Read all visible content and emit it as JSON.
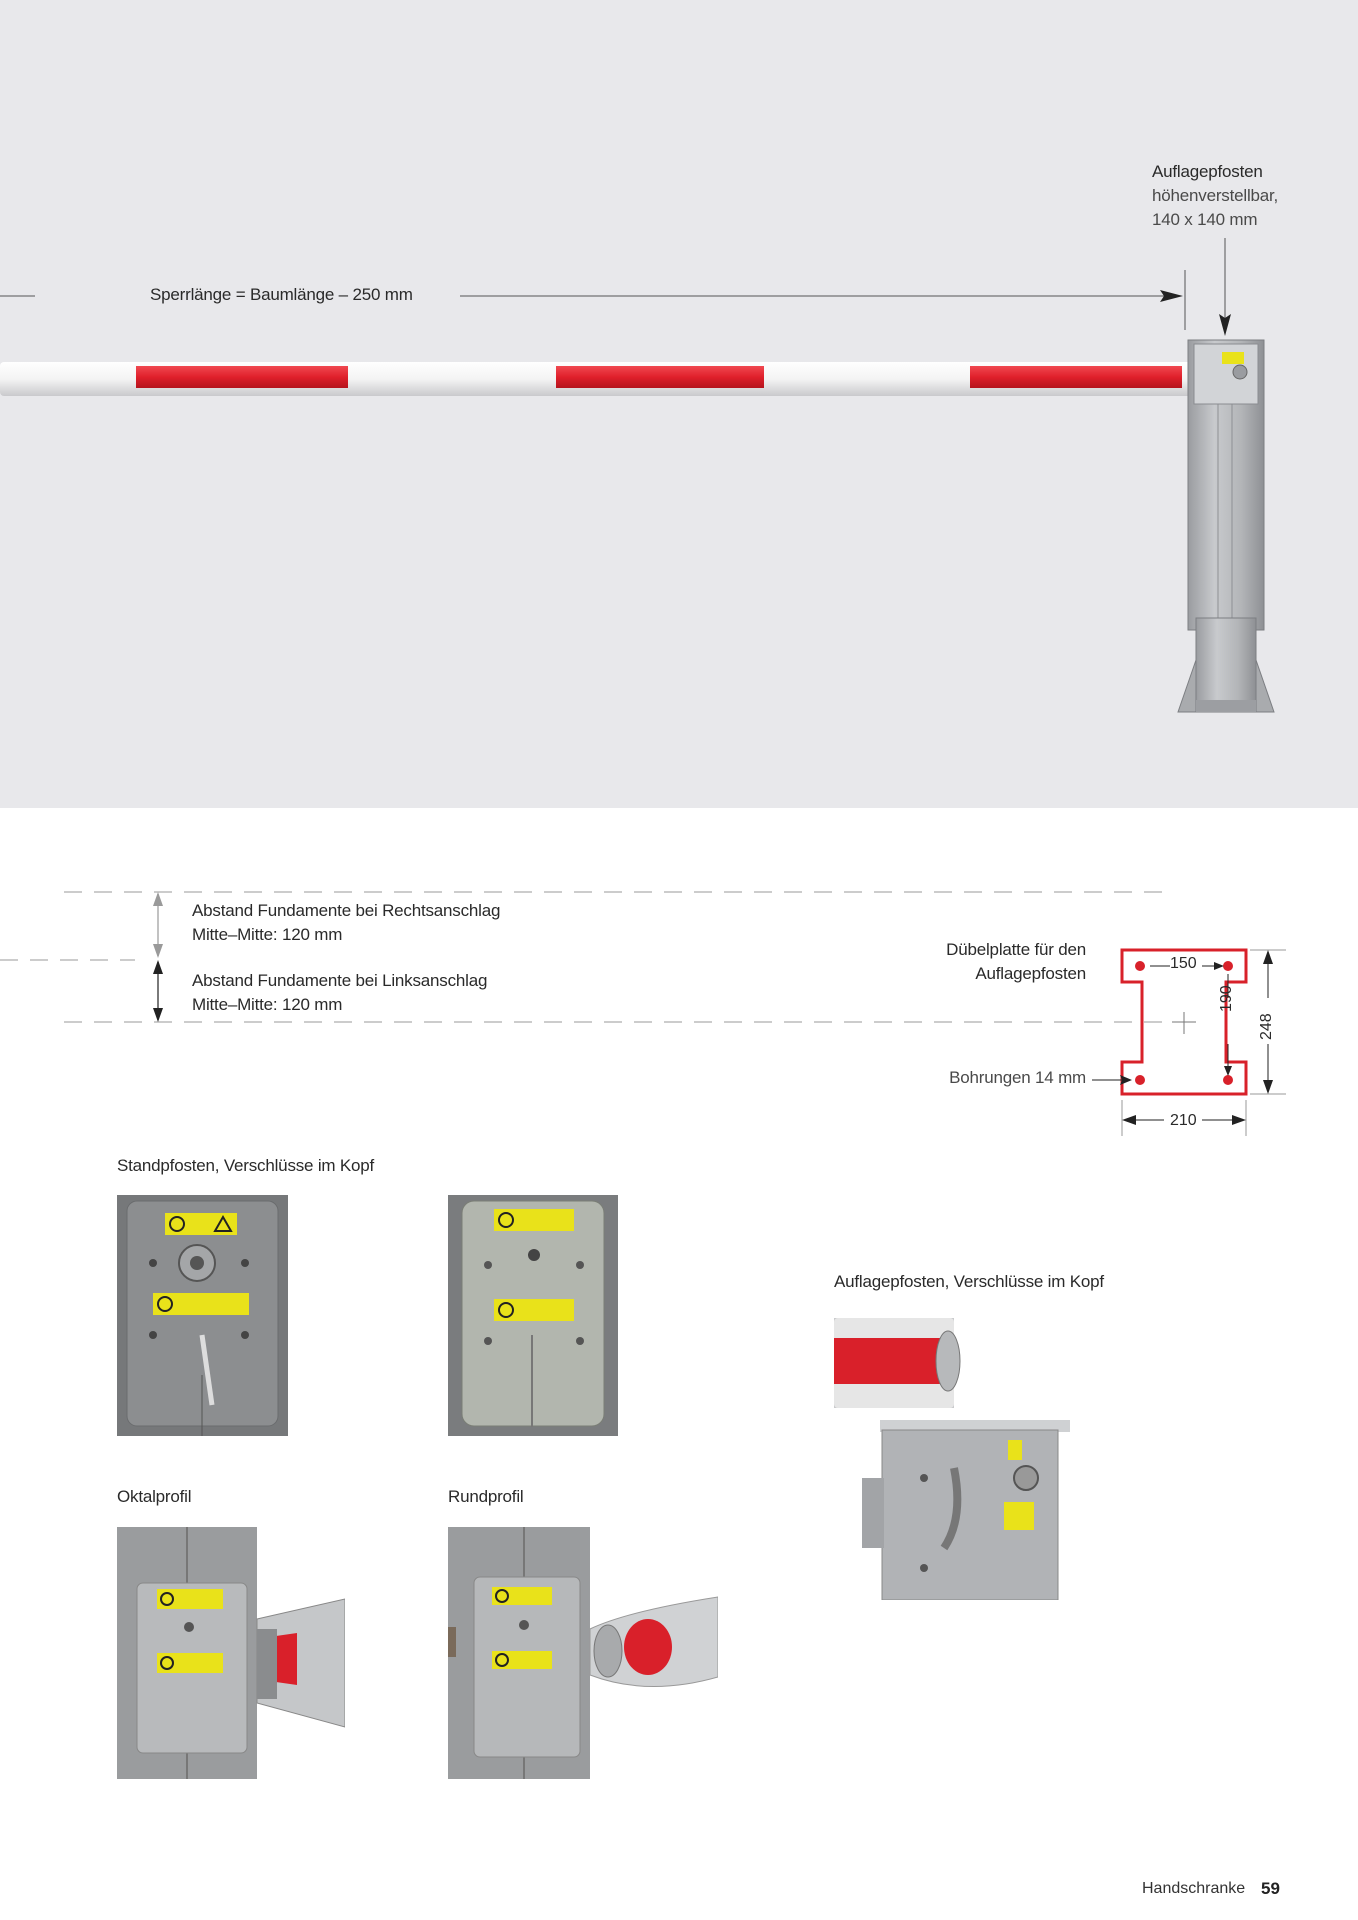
{
  "top": {
    "post_label_title": "Auflagepfosten",
    "post_label_line2": "höhenverstellbar,",
    "post_label_line3": "140 x 140 mm",
    "sperr_label": "Sperrlänge = Baumlänge – 250 mm"
  },
  "foundation": {
    "right_line1": "Abstand Fundamente bei Rechtsanschlag",
    "right_line2": "Mitte–Mitte: 120 mm",
    "left_line1": "Abstand Fundamente bei Linksanschlag",
    "left_line2": "Mitte–Mitte: 120 mm"
  },
  "plate": {
    "title_line1": "Dübelplatte für den",
    "title_line2": "Auflagepfosten",
    "holes_label": "Bohrungen 14 mm",
    "dim_top": "150",
    "dim_inner": "190",
    "dim_outer": "248",
    "dim_bottom": "210"
  },
  "captions": {
    "standpfosten": "Standpfosten, Verschlüsse im Kopf",
    "auflagepfosten": "Auflagepfosten, Verschlüsse im Kopf",
    "oktalprofil": "Oktalprofil",
    "rundprofil": "Rundprofil"
  },
  "footer": {
    "section": "Handschranke",
    "page": "59"
  },
  "colors": {
    "barrier_red": "#e0202b",
    "plate_red": "#d8212a",
    "sticker_yellow": "#e9e21a"
  }
}
